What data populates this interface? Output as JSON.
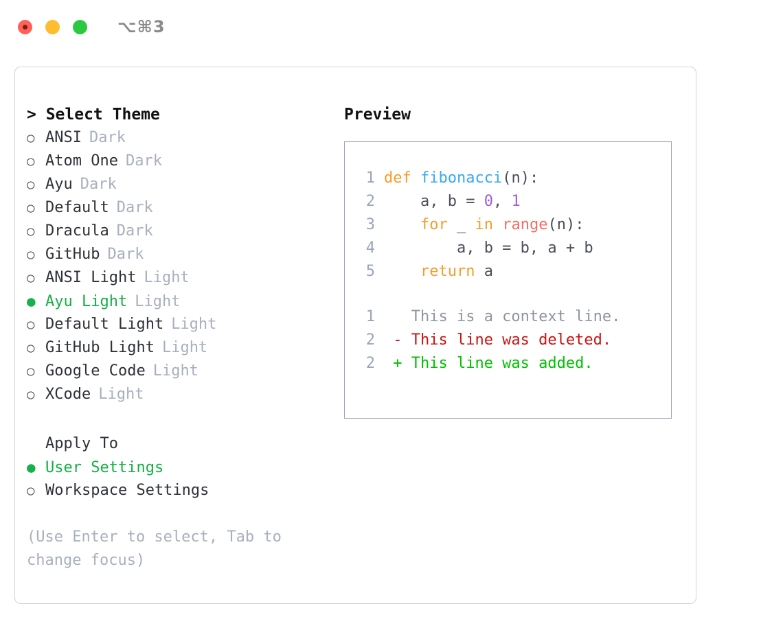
{
  "titlebar": {
    "shortcut": "⌥⌘3",
    "lights": [
      "close-light",
      "minimize-light",
      "zoom-light"
    ]
  },
  "theme_picker": {
    "heading": "> Select Theme",
    "marker_unselected": "○",
    "marker_selected": "●",
    "items": [
      {
        "name": "ANSI",
        "category": "Dark",
        "selected": false
      },
      {
        "name": "Atom One",
        "category": "Dark",
        "selected": false
      },
      {
        "name": "Ayu",
        "category": "Dark",
        "selected": false
      },
      {
        "name": "Default",
        "category": "Dark",
        "selected": false
      },
      {
        "name": "Dracula",
        "category": "Dark",
        "selected": false
      },
      {
        "name": "GitHub",
        "category": "Dark",
        "selected": false
      },
      {
        "name": "ANSI Light",
        "category": "Light",
        "selected": false
      },
      {
        "name": "Ayu Light",
        "category": "Light",
        "selected": true
      },
      {
        "name": "Default Light",
        "category": "Light",
        "selected": false
      },
      {
        "name": "GitHub Light",
        "category": "Light",
        "selected": false
      },
      {
        "name": "Google Code",
        "category": "Light",
        "selected": false
      },
      {
        "name": "XCode",
        "category": "Light",
        "selected": false
      }
    ]
  },
  "apply_to": {
    "heading": "Apply To",
    "items": [
      {
        "name": "User Settings",
        "selected": true
      },
      {
        "name": "Workspace Settings",
        "selected": false
      }
    ]
  },
  "hint": "(Use Enter to select, Tab to change focus)",
  "preview": {
    "heading": "Preview",
    "code_lines": [
      {
        "no": "1",
        "segments": [
          {
            "text": "def ",
            "kind": "kw"
          },
          {
            "text": "fibonacci",
            "kind": "fn"
          },
          {
            "text": "(n):",
            "kind": "txt"
          }
        ]
      },
      {
        "no": "2",
        "segments": [
          {
            "text": "    a, b = ",
            "kind": "txt"
          },
          {
            "text": "0",
            "kind": "num"
          },
          {
            "text": ", ",
            "kind": "txt"
          },
          {
            "text": "1",
            "kind": "num"
          }
        ]
      },
      {
        "no": "3",
        "segments": [
          {
            "text": "    for",
            "kind": "kw"
          },
          {
            "text": " _ ",
            "kind": "txt"
          },
          {
            "text": "in",
            "kind": "kw"
          },
          {
            "text": " ",
            "kind": "txt"
          },
          {
            "text": "range",
            "kind": "bi"
          },
          {
            "text": "(n):",
            "kind": "txt"
          }
        ]
      },
      {
        "no": "4",
        "segments": [
          {
            "text": "        a, b = b, a + b",
            "kind": "txt"
          }
        ]
      },
      {
        "no": "5",
        "segments": [
          {
            "text": "    return",
            "kind": "kw"
          },
          {
            "text": " a",
            "kind": "txt"
          }
        ]
      }
    ],
    "diff_lines": [
      {
        "no": "1",
        "segments": [
          {
            "text": "   This is a context line.",
            "kind": "ctx"
          }
        ]
      },
      {
        "no": "2",
        "segments": [
          {
            "text": " - This line was deleted.",
            "kind": "del"
          }
        ]
      },
      {
        "no": "2",
        "segments": [
          {
            "text": " + This line was added.",
            "kind": "add"
          }
        ]
      }
    ]
  },
  "colors": {
    "accent_green": "#12b044",
    "muted": "#a8b0bd",
    "keyword": "#f89c2a",
    "function": "#39a9f0",
    "number": "#a05ce0",
    "builtin": "#f86b60",
    "diff_deleted": "#cc1111",
    "diff_added": "#00c000",
    "border": "#9aa5b8"
  }
}
